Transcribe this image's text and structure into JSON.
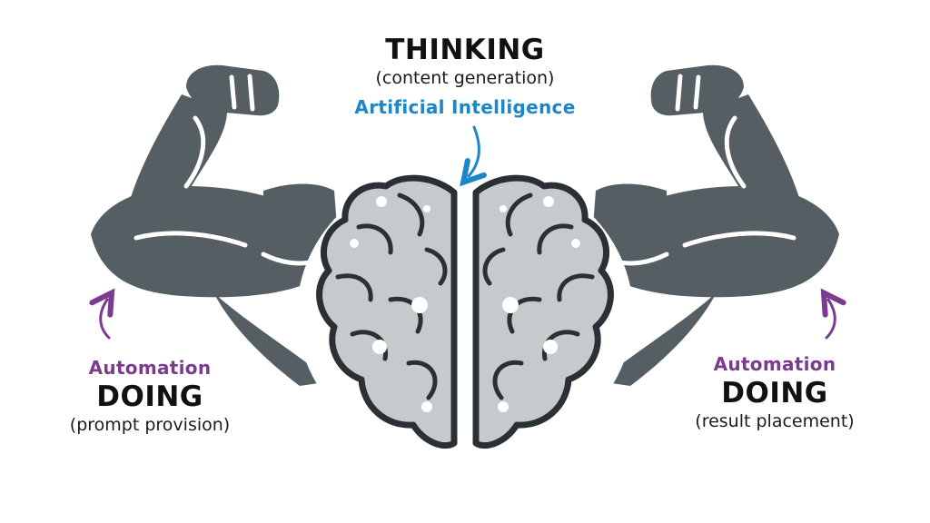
{
  "thinking": {
    "title": "THINKING",
    "subtitle": "(content generation)",
    "technology": "Artificial Intelligence"
  },
  "doing_left": {
    "technology": "Automation",
    "title": "DOING",
    "subtitle": "(prompt provision)"
  },
  "doing_right": {
    "technology": "Automation",
    "title": "DOING",
    "subtitle": "(result placement)"
  },
  "colors": {
    "ai_blue": "#1b86c8",
    "automation_purple": "#7b3b8e",
    "arm_gray": "#555e63",
    "brain_fill": "#c7cacd",
    "brain_outline": "#2b3034"
  }
}
